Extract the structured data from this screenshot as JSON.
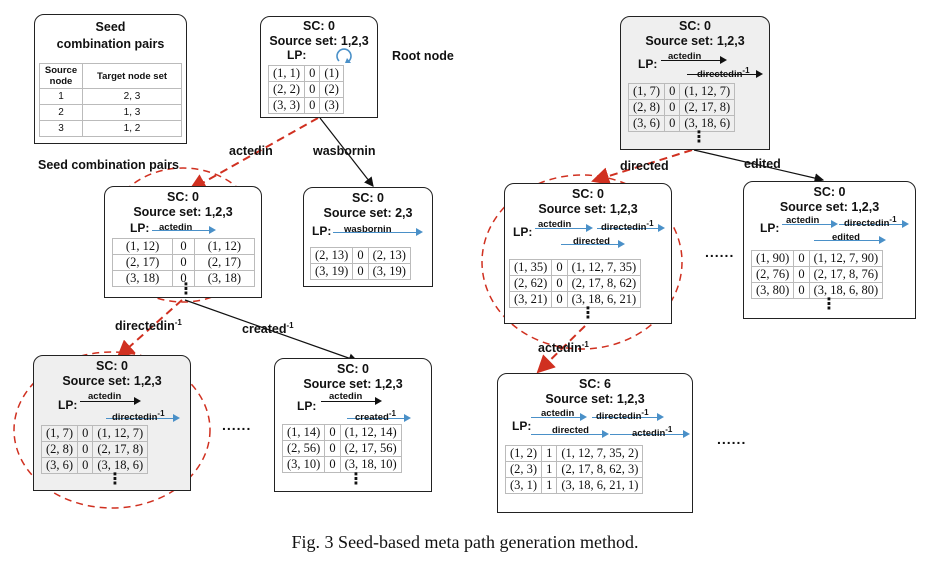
{
  "seed_box": {
    "title_line1": "Seed",
    "title_line2": "combination pairs",
    "col_source": "Source node",
    "col_target": "Target node set",
    "rows": [
      {
        "source": "1",
        "targets": "2, 3"
      },
      {
        "source": "2",
        "targets": "1, 3"
      },
      {
        "source": "3",
        "targets": "1, 2"
      }
    ],
    "caption": "Seed combination pairs"
  },
  "root_label": "Root node",
  "ellipsis": "......",
  "vdots": "⋮",
  "edges": {
    "actedin": "actedin",
    "wasbornin": "wasbornin",
    "directedin": "directedin",
    "created": "created",
    "directed": "directed",
    "edited": "edited",
    "actedin2": "actedin",
    "inv": "-1"
  },
  "rel": {
    "actedin": "actedin",
    "wasbornin": "wasbornin",
    "directedin": "directedin",
    "created": "created",
    "directed": "directed",
    "edited": "edited",
    "inv": "-1"
  },
  "nodes": {
    "root": {
      "sc": "SC: 0",
      "source": "Source set: 1,2,3",
      "lp": "LP:",
      "paths": [
        [
          "(1, 1)",
          "0",
          "(1)"
        ],
        [
          "(2, 2)",
          "0",
          "(2)"
        ],
        [
          "(3, 3)",
          "0",
          "(3)"
        ]
      ]
    },
    "acted": {
      "sc": "SC: 0",
      "source": "Source set: 1,2,3",
      "lp": "LP:",
      "paths": [
        [
          "(1, 12)",
          "0",
          "(1, 12)"
        ],
        [
          "(2, 17)",
          "0",
          "(2, 17)"
        ],
        [
          "(3, 18)",
          "0",
          "(3, 18)"
        ]
      ]
    },
    "born": {
      "sc": "SC: 0",
      "source": "Source set: 2,3",
      "lp": "LP:",
      "paths": [
        [
          "(2, 13)",
          "0",
          "(2, 13)"
        ],
        [
          "(3, 19)",
          "0",
          "(3, 19)"
        ]
      ]
    },
    "dirin": {
      "sc": "SC: 0",
      "source": "Source set: 1,2,3",
      "lp": "LP:",
      "paths": [
        [
          "(1, 7)",
          "0",
          "(1, 12, 7)"
        ],
        [
          "(2, 8)",
          "0",
          "(2, 17, 8)"
        ],
        [
          "(3, 6)",
          "0",
          "(3, 18, 6)"
        ]
      ]
    },
    "created": {
      "sc": "SC: 0",
      "source": "Source set: 1,2,3",
      "lp": "LP:",
      "paths": [
        [
          "(1, 14)",
          "0",
          "(1, 12, 14)"
        ],
        [
          "(2, 56)",
          "0",
          "(2, 17, 56)"
        ],
        [
          "(3, 10)",
          "0",
          "(3, 18, 10)"
        ]
      ]
    },
    "topright": {
      "sc": "SC: 0",
      "source": "Source set: 1,2,3",
      "lp": "LP:",
      "paths": [
        [
          "(1, 7)",
          "0",
          "(1, 12, 7)"
        ],
        [
          "(2, 8)",
          "0",
          "(2, 17, 8)"
        ],
        [
          "(3, 6)",
          "0",
          "(3, 18, 6)"
        ]
      ]
    },
    "directed": {
      "sc": "SC: 0",
      "source": "Source set: 1,2,3",
      "lp": "LP:",
      "paths": [
        [
          "(1, 35)",
          "0",
          "(1, 12, 7, 35)"
        ],
        [
          "(2, 62)",
          "0",
          "(2, 17, 8, 62)"
        ],
        [
          "(3, 21)",
          "0",
          "(3, 18, 6, 21)"
        ]
      ]
    },
    "edited": {
      "sc": "SC: 0",
      "source": "Source set: 1,2,3",
      "lp": "LP:",
      "paths": [
        [
          "(1, 90)",
          "0",
          "(1, 12, 7, 90)"
        ],
        [
          "(2, 76)",
          "0",
          "(2, 17, 8, 76)"
        ],
        [
          "(3, 80)",
          "0",
          "(3, 18, 6, 80)"
        ]
      ]
    },
    "final": {
      "sc": "SC: 6",
      "source": "Source set: 1,2,3",
      "lp": "LP:",
      "paths": [
        [
          "(1, 2)",
          "1",
          "(1, 12, 7, 35, 2)"
        ],
        [
          "(2, 3)",
          "1",
          "(2, 17, 8, 62, 3)"
        ],
        [
          "(3, 1)",
          "1",
          "(3, 18, 6, 21, 1)"
        ]
      ]
    }
  },
  "caption": "Fig. 3 Seed-based meta path generation method."
}
